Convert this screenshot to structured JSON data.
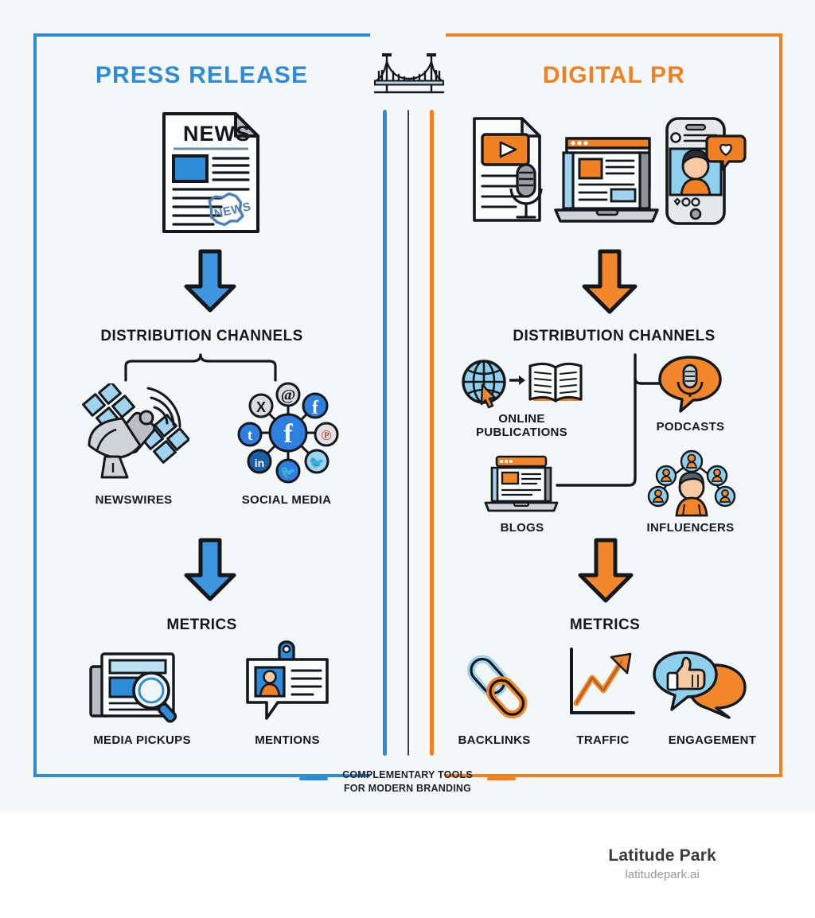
{
  "infographic": {
    "left_column": {
      "title": "PRESS RELEASE",
      "accent_color": "#2e8bd8",
      "source_icon": "news-document-icon",
      "source_icon_text": "NEWS",
      "stamp_text": "NEWS",
      "stages": [
        {
          "label": "DISTRIBUTION CHANNELS",
          "items": [
            {
              "label": "NEWSWIRES",
              "icon": "satellite-dish-icon"
            },
            {
              "label": "SOCIAL MEDIA",
              "icon": "social-network-cluster-icon"
            }
          ]
        },
        {
          "label": "METRICS",
          "items": [
            {
              "label": "MEDIA PICKUPS",
              "icon": "newspaper-magnifier-icon"
            },
            {
              "label": "MENTIONS",
              "icon": "id-badge-speech-icon"
            }
          ]
        }
      ]
    },
    "right_column": {
      "title": "DIGITAL PR",
      "accent_color": "#ef8023",
      "source_icons": [
        "video-article-mic-icon",
        "laptop-article-icon",
        "phone-influencer-icon"
      ],
      "stages": [
        {
          "label": "DISTRIBUTION CHANNELS",
          "items": [
            {
              "label": "ONLINE PUBLICATIONS",
              "icon": "globe-open-book-icon"
            },
            {
              "label": "PODCASTS",
              "icon": "podcast-microphone-bubble-icon"
            },
            {
              "label": "BLOGS",
              "icon": "laptop-blog-icon"
            },
            {
              "label": "INFLUENCERS",
              "icon": "influencer-group-icon"
            }
          ]
        },
        {
          "label": "METRICS",
          "items": [
            {
              "label": "BACKLINKS",
              "icon": "chain-link-icon"
            },
            {
              "label": "TRAFFIC",
              "icon": "growth-chart-arrow-icon"
            },
            {
              "label": "ENGAGEMENT",
              "icon": "thumbs-up-speech-bubbles-icon"
            }
          ]
        }
      ]
    },
    "center_icon": "suspension-bridge-icon",
    "tagline_line1": "COMPLEMENTARY TOOLS",
    "tagline_line2": "FOR MODERN BRANDING"
  },
  "footer": {
    "brand_name": "Latitude Park",
    "brand_url": "latitudepark.ai"
  },
  "colors": {
    "blue": "#2e8bd8",
    "orange": "#ef8023",
    "light_blue": "#a9d5ef",
    "dark": "#14181c",
    "canvas": "#f4f7f8"
  }
}
